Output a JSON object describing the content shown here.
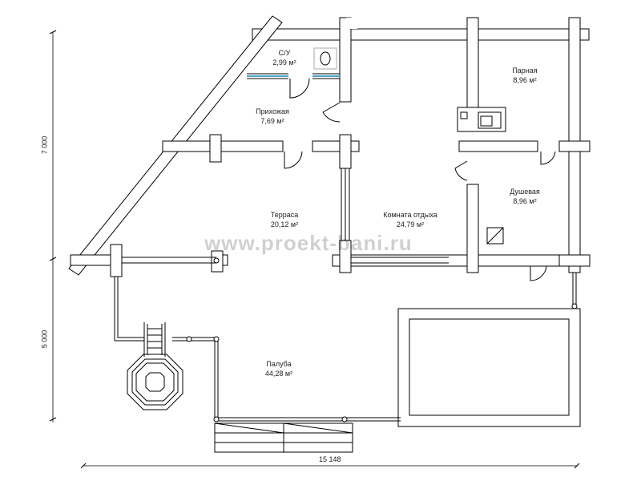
{
  "rooms": {
    "su": {
      "name": "С/У",
      "area": "2,99 м²"
    },
    "prikhozh": {
      "name": "Прихожая",
      "area": "7,69 м²"
    },
    "parnaya": {
      "name": "Парная",
      "area": "8,96 м²"
    },
    "dush": {
      "name": "Душевая",
      "area": "8,96 м²"
    },
    "terrasa": {
      "name": "Терраса",
      "area": "20,12 м²"
    },
    "komnata": {
      "name": "Комната отдыха",
      "area": "24,79 м²"
    },
    "paluba": {
      "name": "Палуба",
      "area": "44,28 м²"
    }
  },
  "dimensions": {
    "width": "15 148",
    "height_upper": "7 000",
    "height_lower": "5 000"
  },
  "watermark": "www.proekt-bani.ru",
  "colors": {
    "wall_fill": "#ffffff",
    "line": "#000000",
    "window": "#4aa3c8"
  }
}
